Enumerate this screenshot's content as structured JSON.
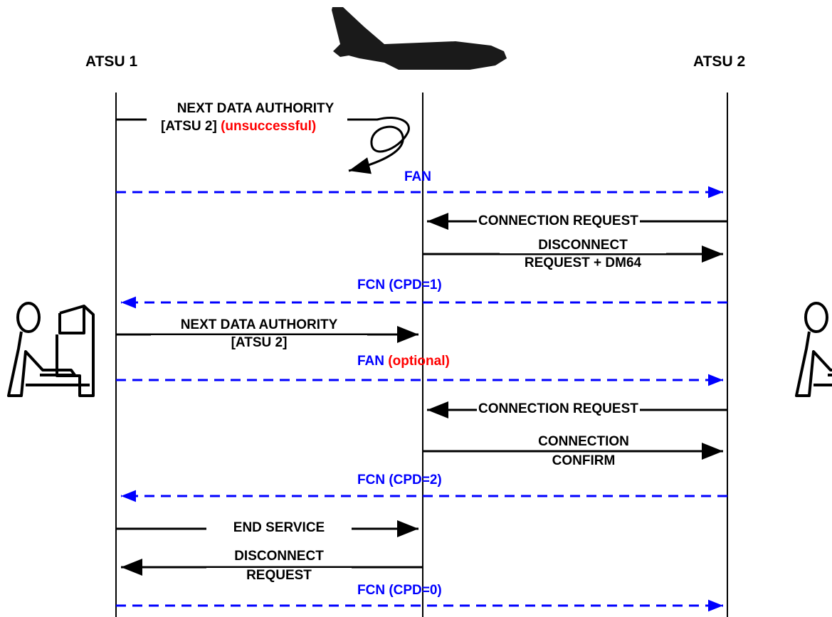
{
  "headers": {
    "atsu1": "ATSU 1",
    "atsu2": "ATSU 2"
  },
  "messages": {
    "nda1_line1": "NEXT DATA AUTHORITY",
    "nda1_line2": "[ATSU 2]",
    "nda1_status": "(unsuccessful)",
    "fan1": "FAN",
    "conn_req1": "CONNECTION REQUEST",
    "disc_req1_line1": "DISCONNECT",
    "disc_req1_line2": "REQUEST + DM64",
    "fcn1": "FCN (CPD=1)",
    "nda2_line1": "NEXT DATA AUTHORITY",
    "nda2_line2": "[ATSU 2]",
    "fan2": "FAN",
    "fan2_status": "(optional)",
    "conn_req2": "CONNECTION REQUEST",
    "conn_conf_line1": "CONNECTION",
    "conn_conf_line2": "CONFIRM",
    "fcn2": "FCN (CPD=2)",
    "end_service": "END SERVICE",
    "disc_req2_line1": "DISCONNECT",
    "disc_req2_line2": "REQUEST",
    "fcn0": "FCN (CPD=0)"
  },
  "icons": {
    "aircraft": "aircraft-silhouette-icon",
    "controller_left": "controller-at-workstation-icon",
    "controller_right": "controller-at-workstation-icon"
  },
  "colors": {
    "message_arrow": "#000000",
    "notification_arrow": "#0000ff",
    "status_text": "#ff0000"
  }
}
